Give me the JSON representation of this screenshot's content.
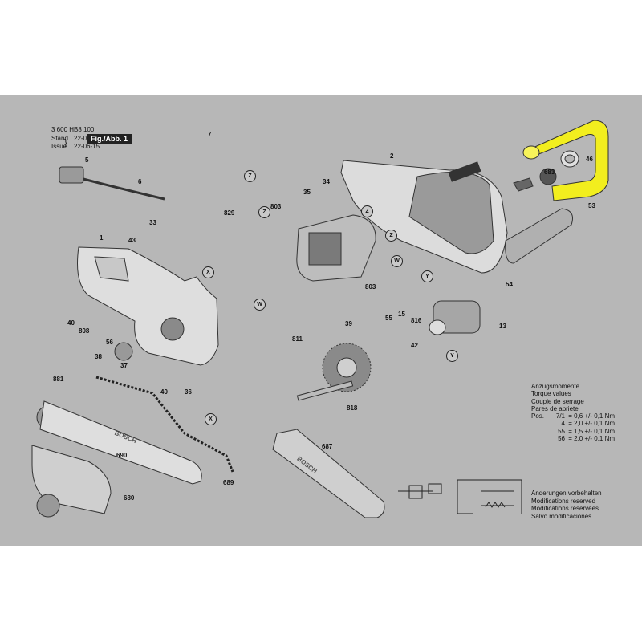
{
  "header": {
    "part_number": "3 600 HB8 100",
    "stand_label": "Stand",
    "stand_value": "22-01",
    "issue_label": "Issue",
    "issue_value": "22-06-15",
    "figure": "Fig./Abb. 1"
  },
  "callouts": [
    "7",
    "2",
    "5",
    "6",
    "34",
    "35",
    "803",
    "829",
    "33",
    "43",
    "1",
    "40",
    "808",
    "56",
    "38",
    "37",
    "40",
    "36",
    "881",
    "690",
    "689",
    "680",
    "687",
    "818",
    "811",
    "39",
    "15",
    "55",
    "816",
    "42",
    "13",
    "54",
    "683",
    "46",
    "53",
    "803"
  ],
  "view_markers": [
    "Z",
    "Z",
    "Z",
    "Z",
    "X",
    "X",
    "W",
    "W",
    "Y",
    "Y"
  ],
  "torque": {
    "titles": [
      "Anzugsmomente",
      "Torque values",
      "Couple de serrage",
      "Pares de apriete"
    ],
    "pos_label": "Pos.",
    "rows": [
      {
        "pos": "7/1",
        "value": "= 0,6 +/- 0,1 Nm"
      },
      {
        "pos": "4",
        "value": "= 2,0 +/- 0,1 Nm"
      },
      {
        "pos": "55",
        "value": "= 1,5 +/- 0,1 Nm"
      },
      {
        "pos": "56",
        "value": "= 2,0 +/- 0,1 Nm"
      }
    ]
  },
  "notes": [
    "Änderungen vorbehalten",
    "Modifications reserved",
    "Modifications réservées",
    "Salvo modificaciones"
  ],
  "brand_text": "BOSCH",
  "colors": {
    "sheet": "#b7b7b7",
    "highlight": "#f2ee1e",
    "parts": "#d8d8d8",
    "dark": "#3a3a3a"
  }
}
